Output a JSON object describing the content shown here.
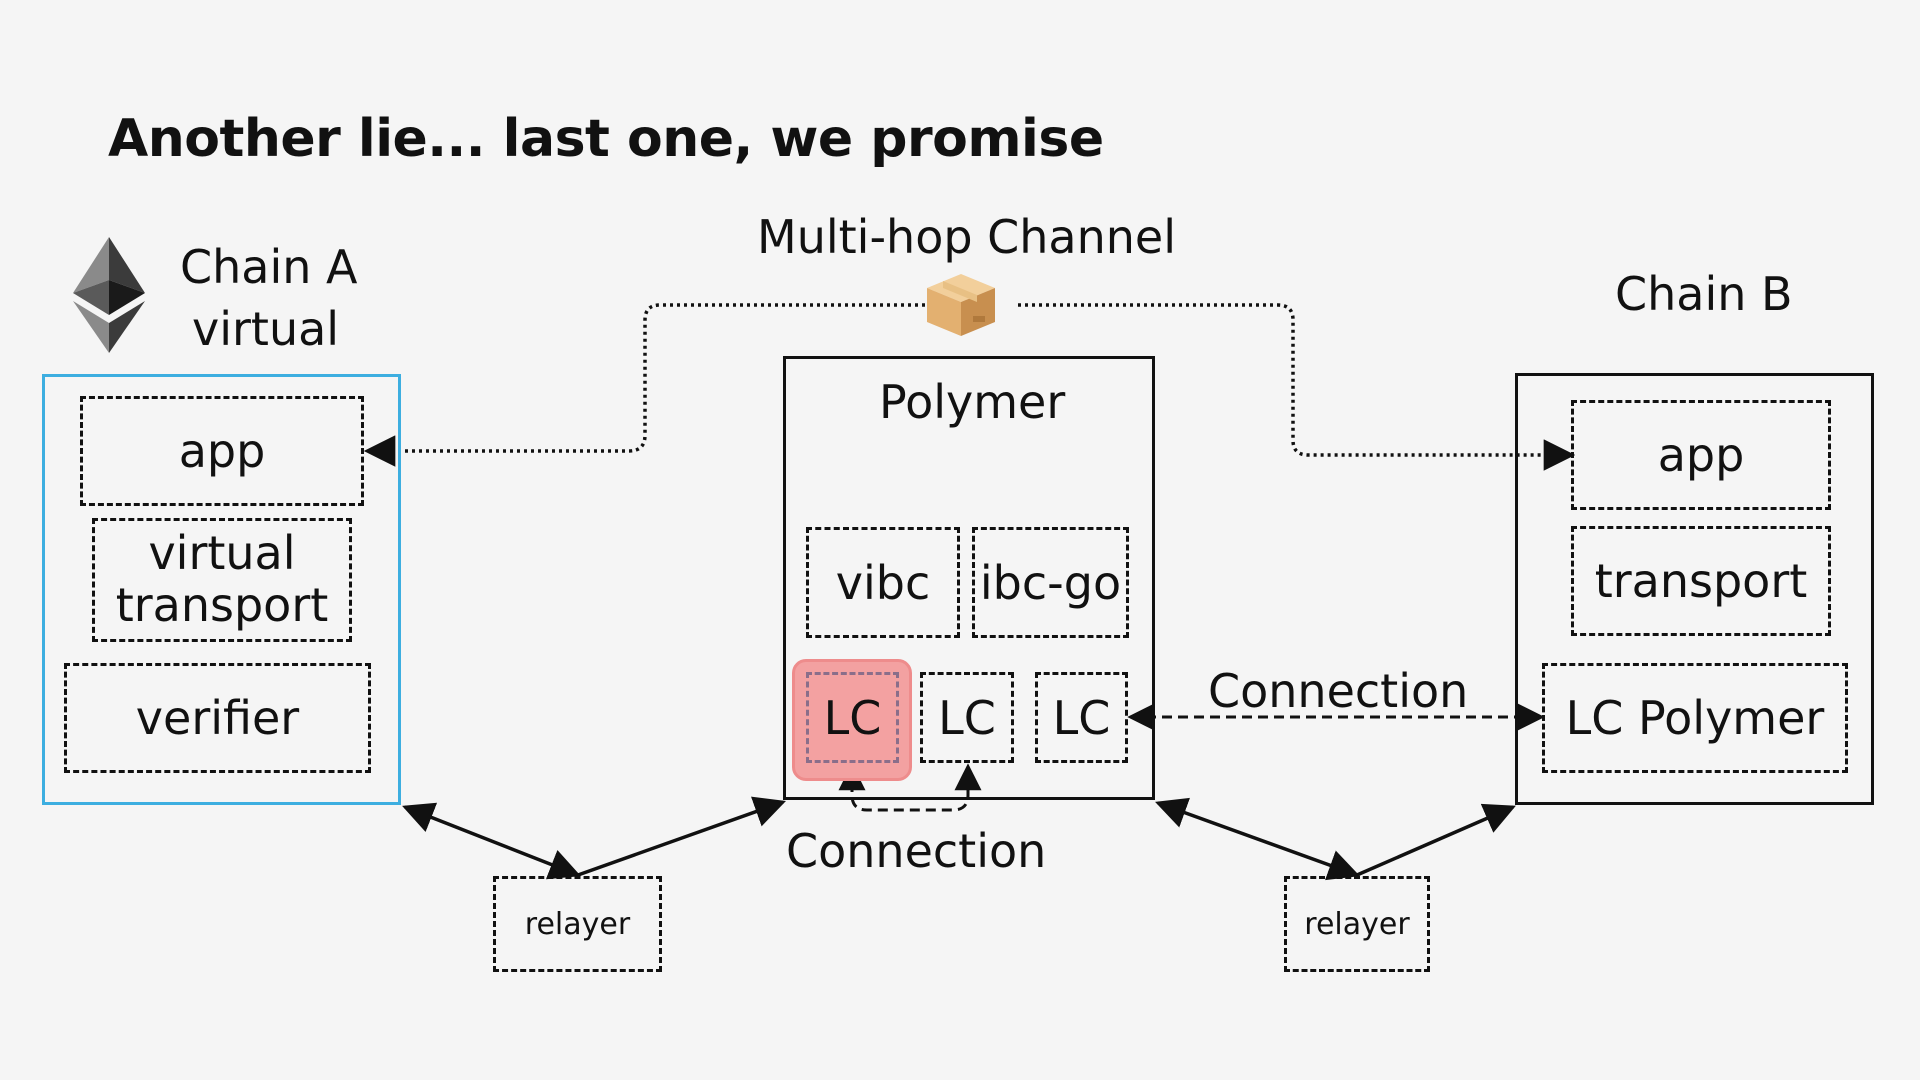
{
  "title": "Another lie... last one, we promise",
  "icons": {
    "chain_a_logo": "ethereum-icon",
    "packet": "package-box-icon"
  },
  "colors": {
    "chain_a_border": "#3daee0",
    "highlight_fill": "#f3a1a1",
    "background": "#f5f5f5"
  },
  "multihop": {
    "label": "Multi-hop Channel"
  },
  "chain_a": {
    "title_line1": "Chain A",
    "title_line2": "virtual",
    "app": "app",
    "transport_line1": "virtual",
    "transport_line2": "transport",
    "verifier": "verifier"
  },
  "polymer": {
    "title": "Polymer",
    "vibc": "vibc",
    "ibc_go": "ibc-go",
    "lc1": "LC",
    "lc2": "LC",
    "lc3": "LC"
  },
  "chain_b": {
    "title": "Chain B",
    "app": "app",
    "transport": "transport",
    "lc_polymer": "LC Polymer"
  },
  "connections": {
    "right": "Connection",
    "bottom": "Connection"
  },
  "relayers": {
    "left": "relayer",
    "right": "relayer"
  }
}
